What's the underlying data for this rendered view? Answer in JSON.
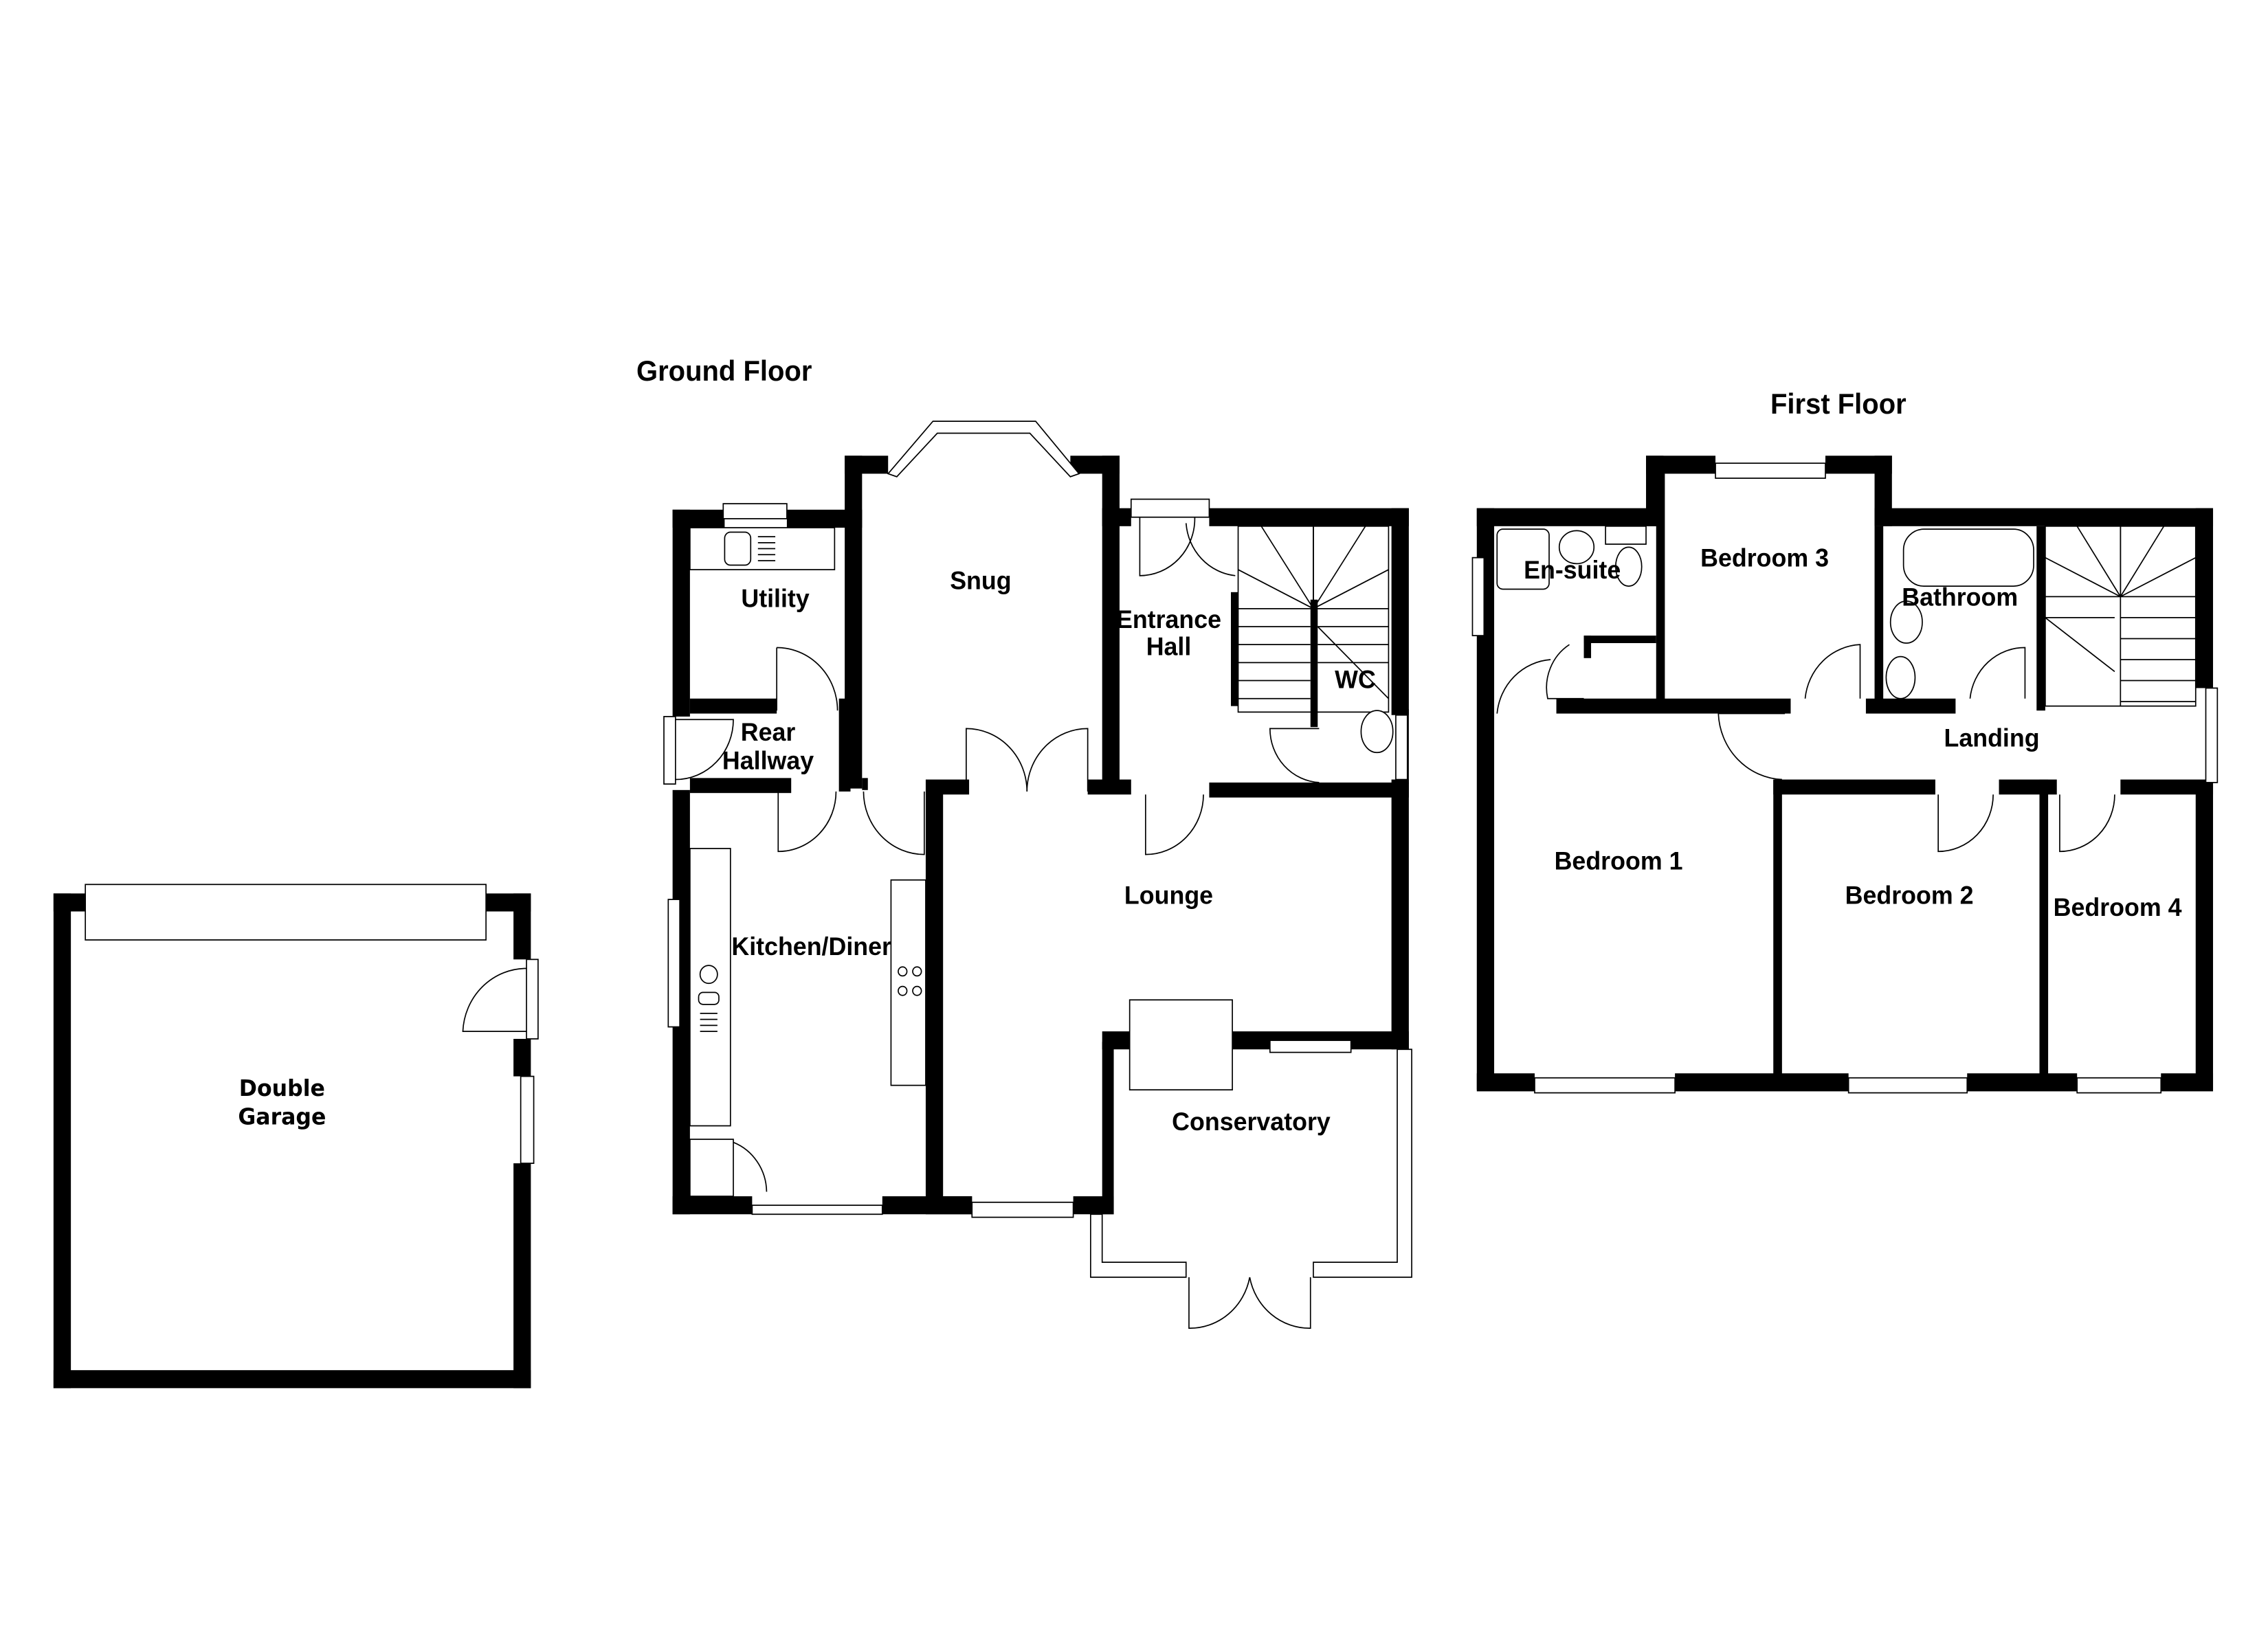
{
  "titles": {
    "ground_floor": "Ground Floor",
    "first_floor": "First Floor"
  },
  "garage": {
    "line1": "Double",
    "line2": "Garage"
  },
  "ground_floor": {
    "rooms": {
      "utility": "Utility",
      "rear_hallway_1": "Rear",
      "rear_hallway_2": "Hallway",
      "snug": "Snug",
      "entrance_hall_1": "Entrance",
      "entrance_hall_2": "Hall",
      "wc": "WC",
      "kitchen_diner": "Kitchen/Diner",
      "lounge": "Lounge",
      "conservatory": "Conservatory"
    }
  },
  "first_floor": {
    "rooms": {
      "en_suite": "En-suite",
      "bedroom_3": "Bedroom 3",
      "bathroom": "Bathroom",
      "landing": "Landing",
      "bedroom_1": "Bedroom 1",
      "bedroom_2": "Bedroom 2",
      "bedroom_4": "Bedroom 4"
    }
  },
  "colors": {
    "wall": "#000000",
    "background": "#ffffff"
  }
}
